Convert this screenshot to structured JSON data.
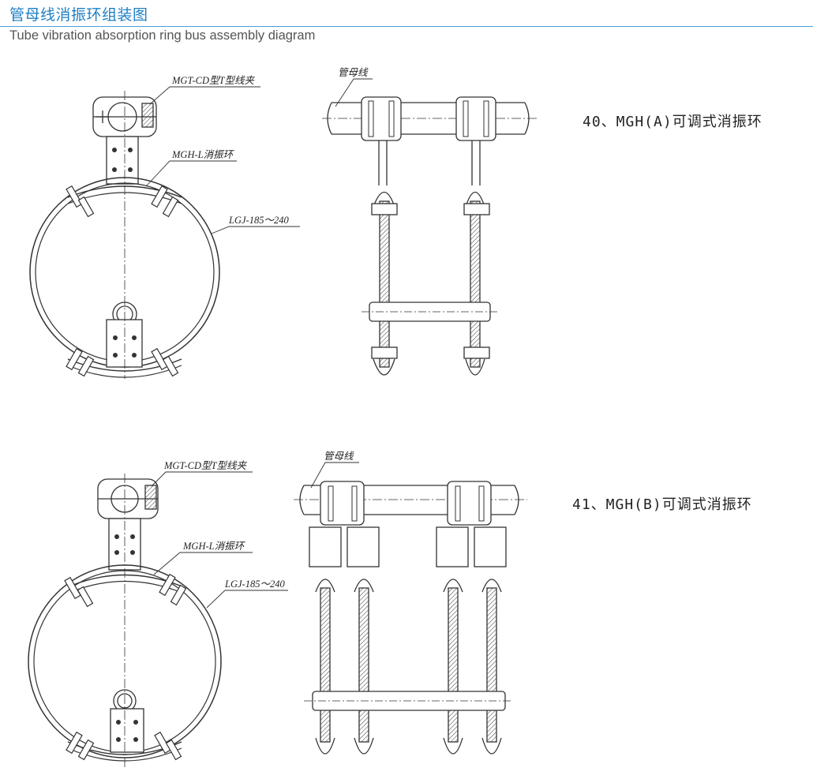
{
  "header": {
    "title": "管母线消振环组装图",
    "subtitle": "Tube vibration absorption ring bus assembly diagram"
  },
  "figures": [
    {
      "id": "A",
      "caption": "40、MGH(A)可调式消振环",
      "side_labels": {
        "clamp": "MGT-CD型T型线夹",
        "ring": "MGH-L消振环",
        "conductor": "LGJ-185～240"
      },
      "front_label": "管母线"
    },
    {
      "id": "B",
      "caption": "41、MGH(B)可调式消振环",
      "side_labels": {
        "clamp": "MGT-CD型T型线夹",
        "ring": "MGH-L消振环",
        "conductor": "LGJ-185～240"
      },
      "front_label": "管母线"
    }
  ],
  "colors": {
    "title": "#1e7fc4",
    "rule": "#4ba1d6",
    "line": "#333333"
  }
}
